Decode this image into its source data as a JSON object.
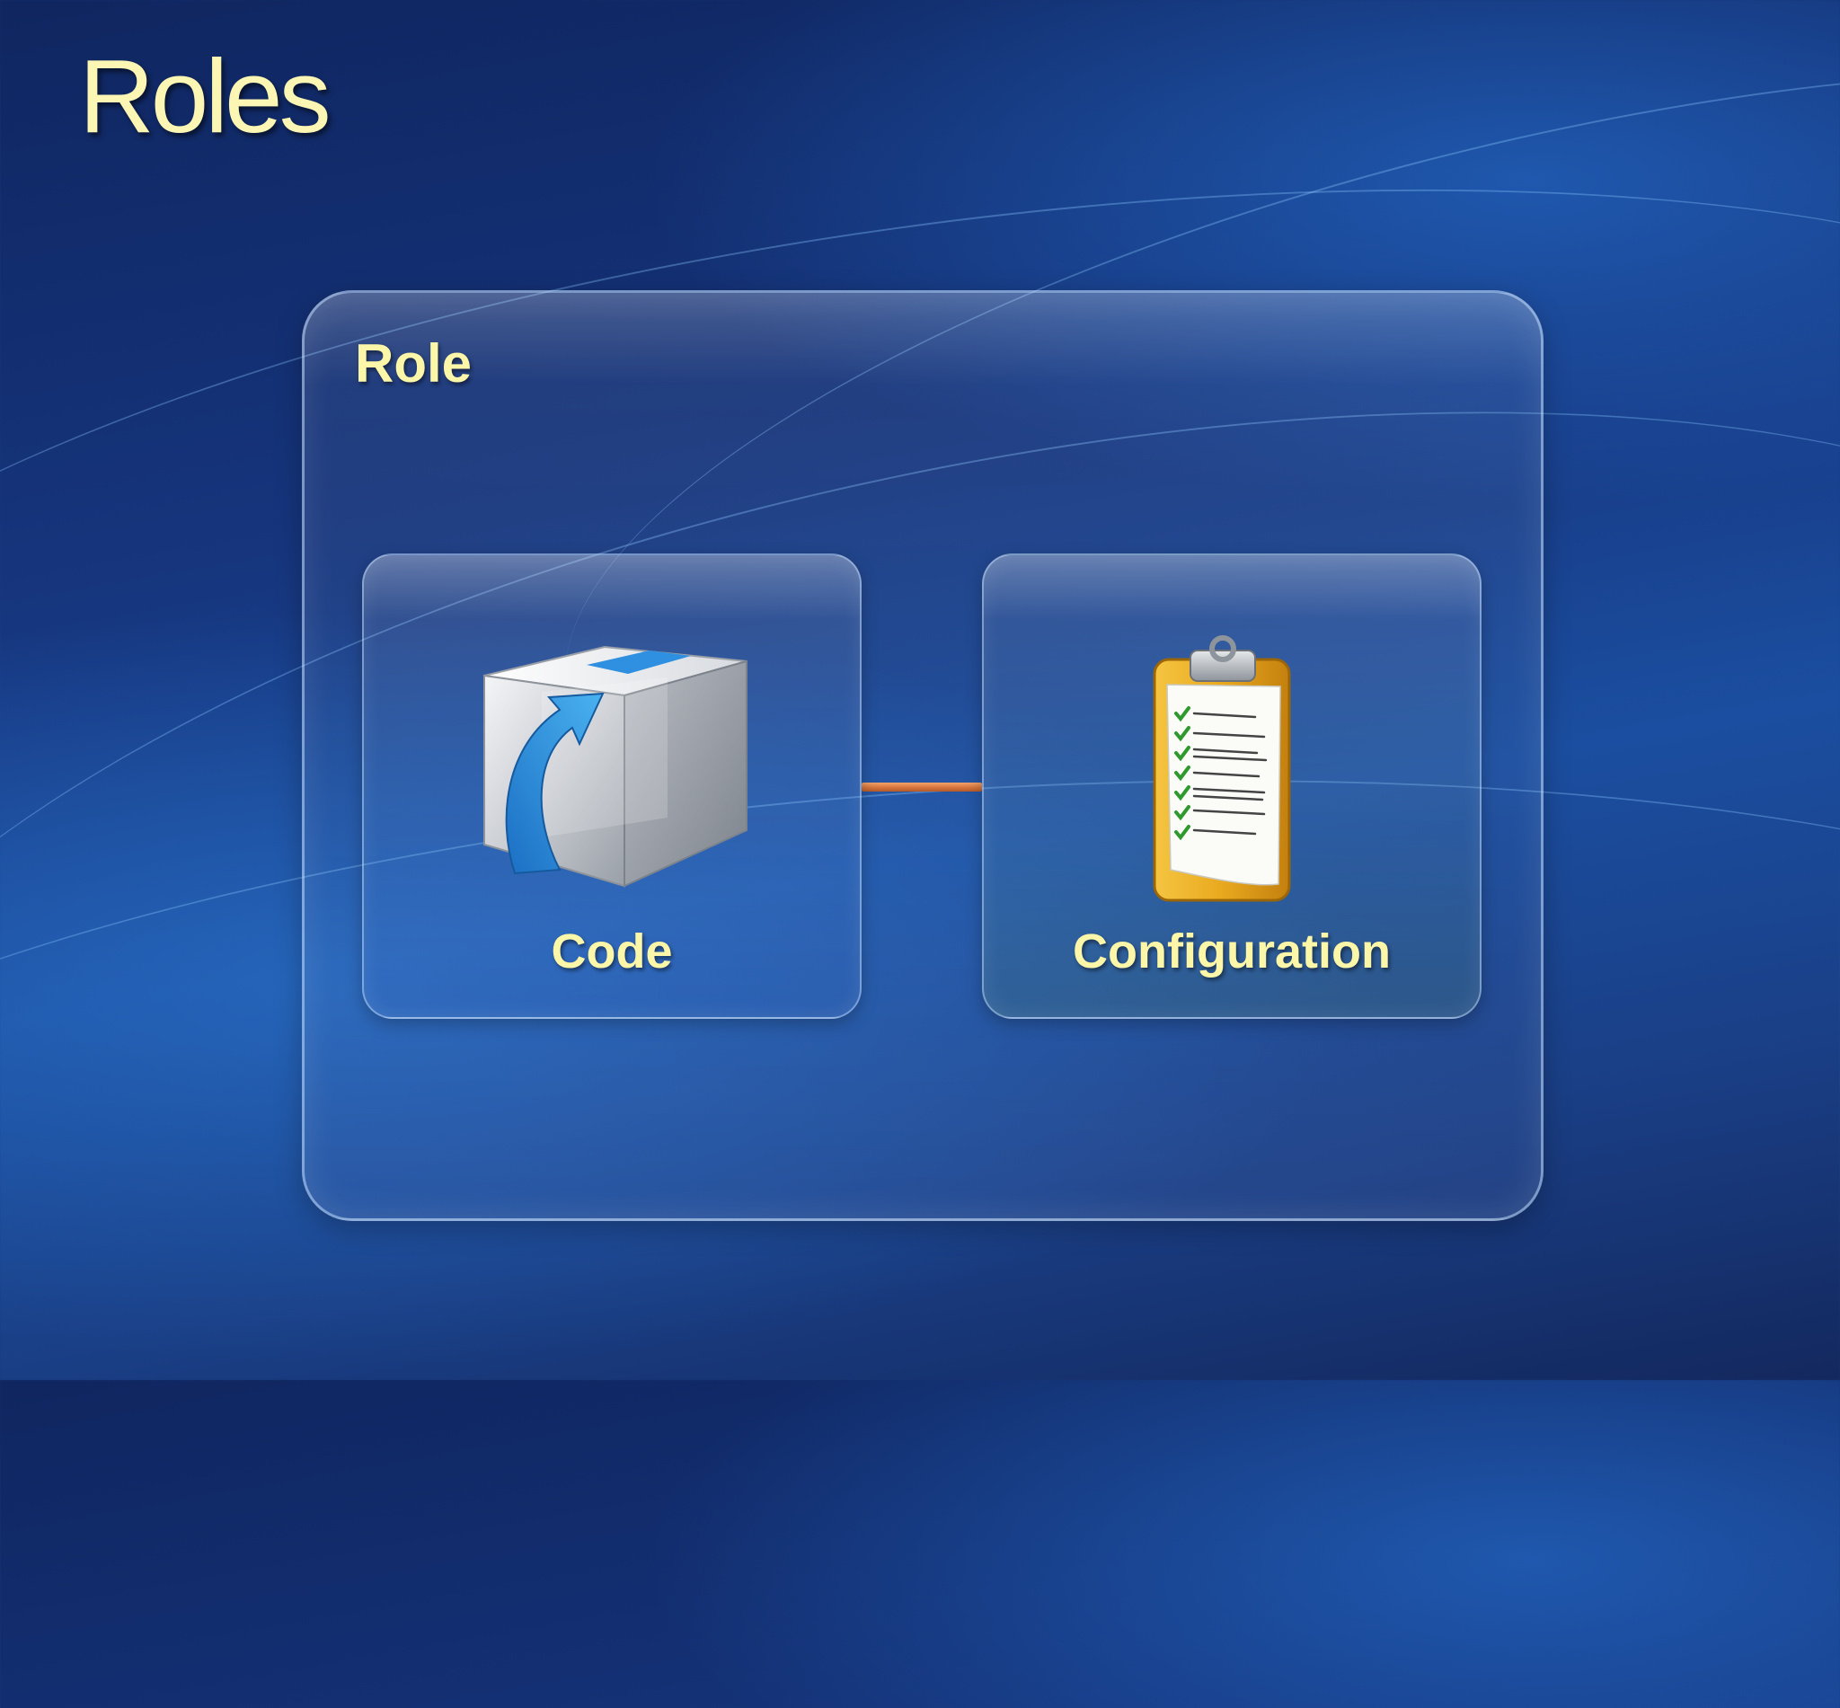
{
  "slide": {
    "title": "Roles"
  },
  "diagram": {
    "container_label": "Role",
    "nodes": [
      {
        "id": "code",
        "label": "Code",
        "icon": "package-box-icon"
      },
      {
        "id": "configuration",
        "label": "Configuration",
        "icon": "clipboard-checklist-icon"
      }
    ],
    "edges": [
      {
        "from": "code",
        "to": "configuration"
      }
    ]
  },
  "colors": {
    "title_text": "#fbf6b4",
    "label_text": "#fbf6a8",
    "connector": "#d4723a",
    "background": "#16357d"
  }
}
